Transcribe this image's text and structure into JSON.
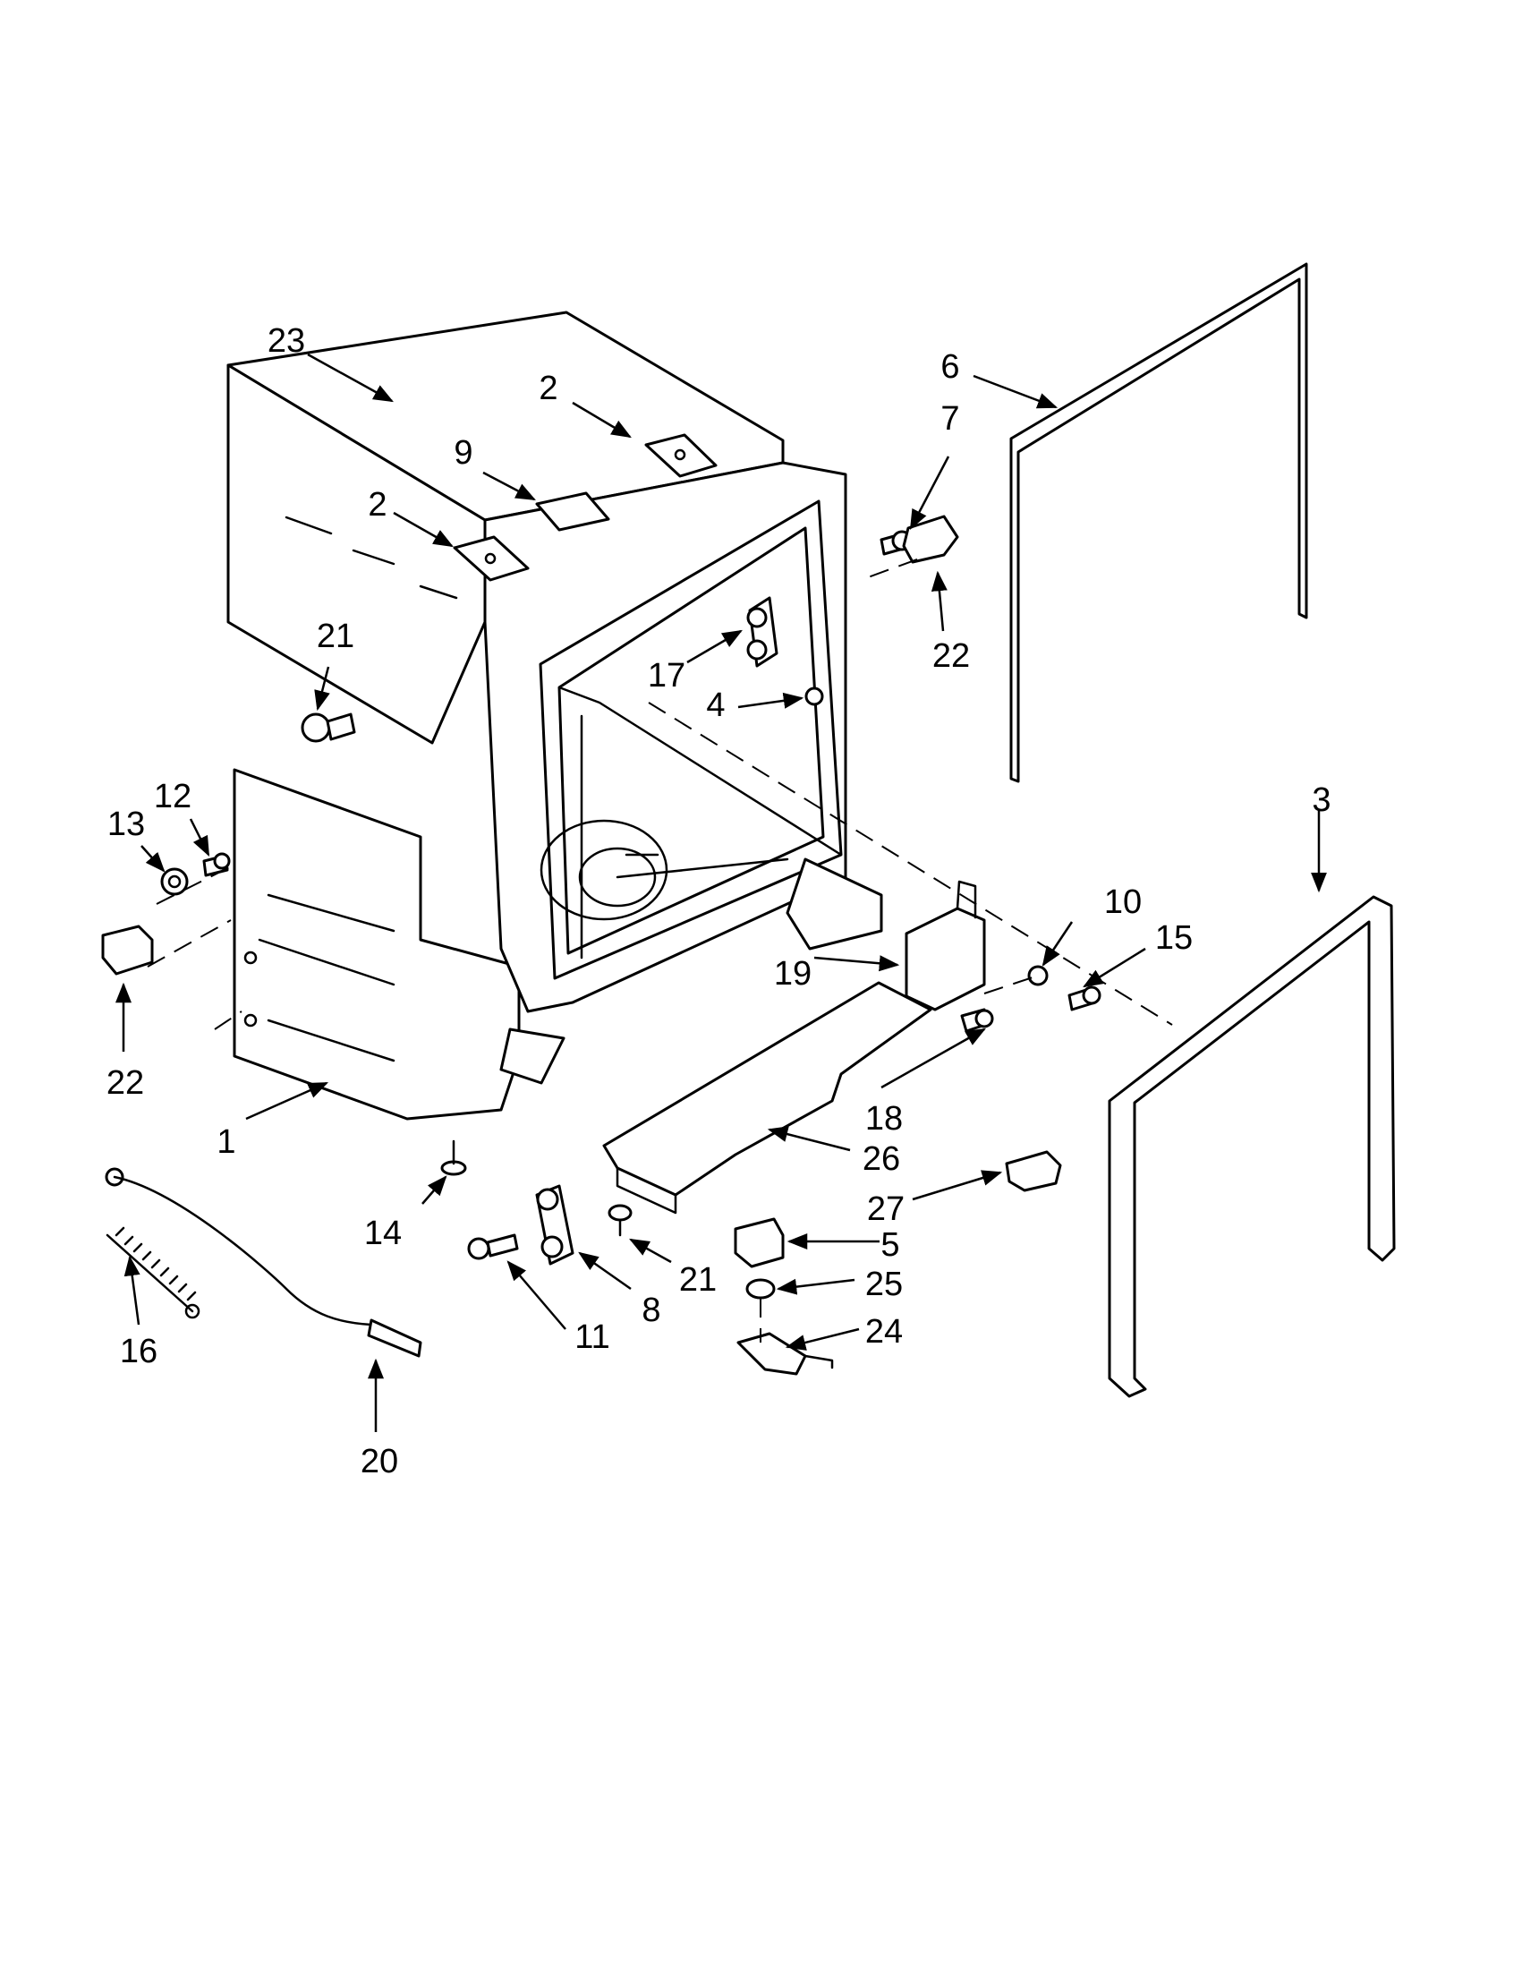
{
  "callouts": [
    {
      "id": "23",
      "label": "23"
    },
    {
      "id": "2a",
      "label": "2"
    },
    {
      "id": "2b",
      "label": "2"
    },
    {
      "id": "9",
      "label": "9"
    },
    {
      "id": "6",
      "label": "6"
    },
    {
      "id": "7",
      "label": "7"
    },
    {
      "id": "22a",
      "label": "22"
    },
    {
      "id": "21a",
      "label": "21"
    },
    {
      "id": "17",
      "label": "17"
    },
    {
      "id": "4",
      "label": "4"
    },
    {
      "id": "13",
      "label": "13"
    },
    {
      "id": "12",
      "label": "12"
    },
    {
      "id": "22b",
      "label": "22"
    },
    {
      "id": "3",
      "label": "3"
    },
    {
      "id": "10",
      "label": "10"
    },
    {
      "id": "15",
      "label": "15"
    },
    {
      "id": "19",
      "label": "19"
    },
    {
      "id": "18",
      "label": "18"
    },
    {
      "id": "26",
      "label": "26"
    },
    {
      "id": "1",
      "label": "1"
    },
    {
      "id": "14",
      "label": "14"
    },
    {
      "id": "27",
      "label": "27"
    },
    {
      "id": "5",
      "label": "5"
    },
    {
      "id": "21b",
      "label": "21"
    },
    {
      "id": "8",
      "label": "8"
    },
    {
      "id": "11",
      "label": "11"
    },
    {
      "id": "25",
      "label": "25"
    },
    {
      "id": "24",
      "label": "24"
    },
    {
      "id": "16",
      "label": "16"
    },
    {
      "id": "20",
      "label": "20"
    }
  ]
}
